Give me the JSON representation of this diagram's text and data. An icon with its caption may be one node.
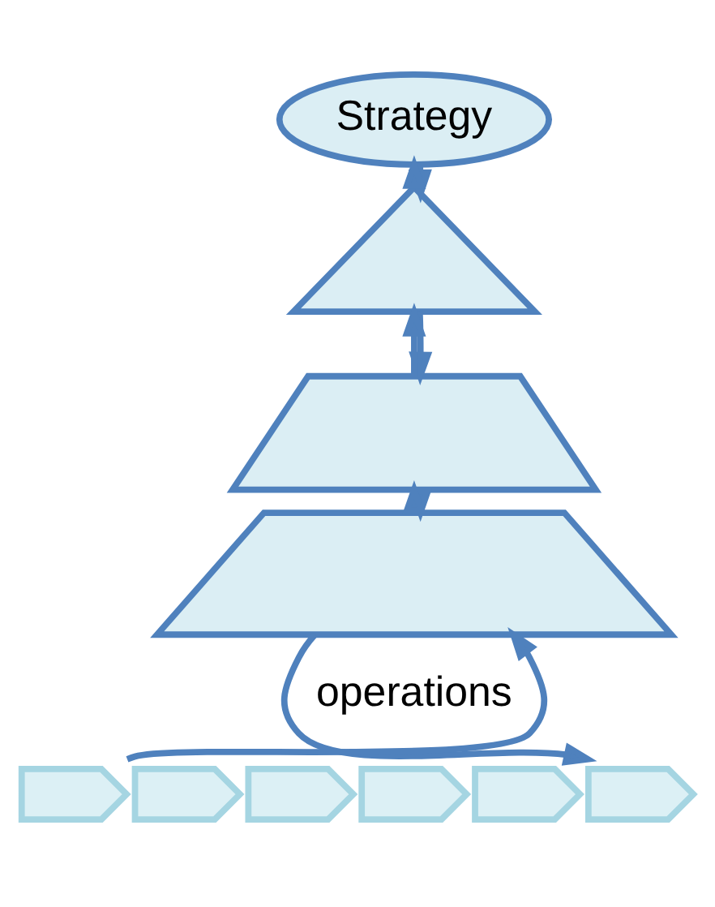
{
  "diagram": {
    "nodes": [
      {
        "text": [
          "Strategy"
        ]
      },
      {
        "text": [],
        "shape": "triangle"
      },
      {
        "text": [],
        "shape": "trapezoid"
      },
      {
        "text": [],
        "shape": "trapezoid"
      },
      {
        "text": [],
        "shape": "chevron"
      },
      {
        "text": [],
        "shape": "chevron"
      },
      {
        "text": [],
        "shape": "chevron"
      },
      {
        "text": [],
        "shape": "chevron"
      },
      {
        "text": [],
        "shape": "chevron"
      },
      {
        "text": [],
        "shape": "chevron"
      }
    ],
    "edges": [
      {
        "from": 4,
        "to": 3,
        "arrow": "to"
      },
      {
        "from": 3,
        "to": 2,
        "arrow": "to"
      },
      {
        "from": 2,
        "to": 1,
        "arrow": "to"
      },
      {
        "from": 1,
        "to": 0,
        "arrow": "to"
      },
      {
        "from": 0,
        "to": 1,
        "arrow": "to"
      },
      {
        "from": 1,
        "to": 2,
        "arrow": "to"
      },
      {
        "from": 2,
        "to": 3,
        "arrow": "to"
      },
      {
        "from": 3,
        "to": 9,
        "arrow": "to"
      }
    ],
    "labels": [
      "operations"
    ]
  }
}
